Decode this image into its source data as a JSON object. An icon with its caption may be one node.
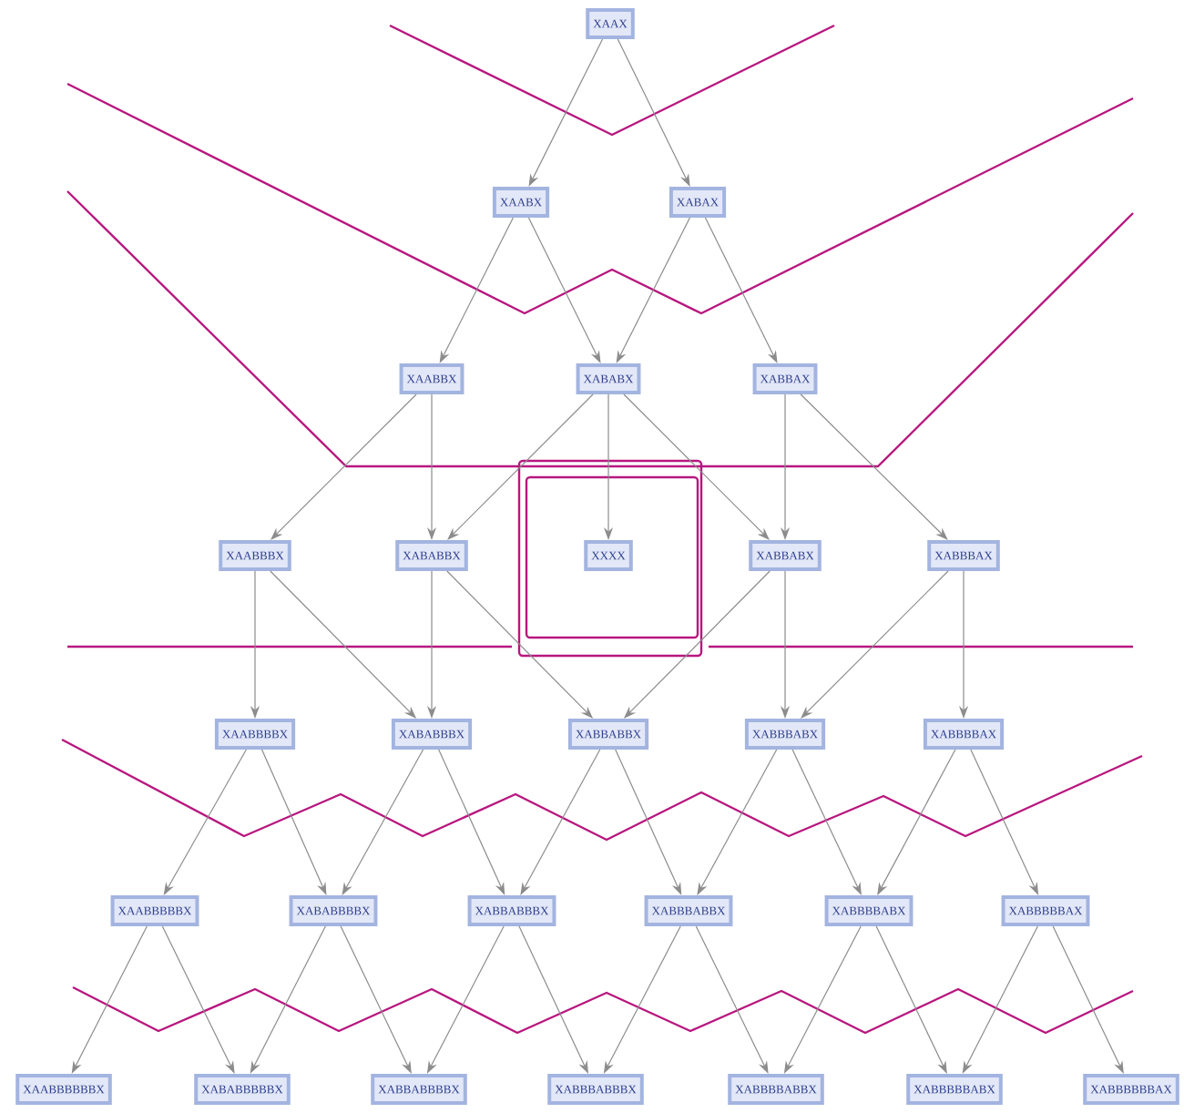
{
  "diagram": {
    "nodes": [
      {
        "text": [
          "XAAX"
        ]
      },
      {
        "text": [
          "XAABX"
        ]
      },
      {
        "text": [
          "XABAX"
        ]
      },
      {
        "text": [
          "XAABBX"
        ]
      },
      {
        "text": [
          "XABABX"
        ]
      },
      {
        "text": [
          "XABBAX"
        ]
      },
      {
        "text": [
          "XAABBBX"
        ]
      },
      {
        "text": [
          "XABABBX"
        ]
      },
      {
        "text": [
          "XXXX"
        ]
      },
      {
        "text": [
          "XABBABX"
        ]
      },
      {
        "text": [
          "XABBBAX"
        ]
      },
      {
        "text": [
          "XAABBBBX"
        ]
      },
      {
        "text": [
          "XABABBBX"
        ]
      },
      {
        "text": [
          "XABBABBX"
        ]
      },
      {
        "text": [
          "XABBBABX"
        ]
      },
      {
        "text": [
          "XABBBBAX"
        ]
      },
      {
        "text": [
          "XAABBBBBX"
        ]
      },
      {
        "text": [
          "XABABBBBX"
        ]
      },
      {
        "text": [
          "XABBABBBX"
        ]
      },
      {
        "text": [
          "XABBBABBX"
        ]
      },
      {
        "text": [
          "XABBBBABX"
        ]
      },
      {
        "text": [
          "XABBBBBAX"
        ]
      },
      {
        "text": [
          "XAABBBBBBX"
        ]
      },
      {
        "text": [
          "XABABBBBBX"
        ]
      },
      {
        "text": [
          "XABBABBBBX"
        ]
      },
      {
        "text": [
          "XABBBABBBX"
        ]
      },
      {
        "text": [
          "XABBBBABBX"
        ]
      },
      {
        "text": [
          "XABBBBBABX"
        ]
      },
      {
        "text": [
          "XABBBBBBAX"
        ]
      }
    ],
    "edges": [
      {
        "from": 0,
        "to": 1,
        "arrow": "to"
      },
      {
        "from": 0,
        "to": 2,
        "arrow": "to"
      },
      {
        "from": 1,
        "to": 3,
        "arrow": "to"
      },
      {
        "from": 1,
        "to": 4,
        "arrow": "to"
      },
      {
        "from": 2,
        "to": 4,
        "arrow": "to"
      },
      {
        "from": 2,
        "to": 5,
        "arrow": "to"
      },
      {
        "from": 3,
        "to": 6,
        "arrow": "to"
      },
      {
        "from": 3,
        "to": 7,
        "arrow": "to"
      },
      {
        "from": 4,
        "to": 7,
        "arrow": "to"
      },
      {
        "from": 4,
        "to": 8,
        "arrow": "to"
      },
      {
        "from": 4,
        "to": 9,
        "arrow": "to"
      },
      {
        "from": 5,
        "to": 9,
        "arrow": "to"
      },
      {
        "from": 5,
        "to": 10,
        "arrow": "to"
      },
      {
        "from": 6,
        "to": 11,
        "arrow": "to"
      },
      {
        "from": 6,
        "to": 12,
        "arrow": "to"
      },
      {
        "from": 7,
        "to": 12,
        "arrow": "to"
      },
      {
        "from": 7,
        "to": 13,
        "arrow": "to"
      },
      {
        "from": 9,
        "to": 13,
        "arrow": "to"
      },
      {
        "from": 9,
        "to": 14,
        "arrow": "to"
      },
      {
        "from": 10,
        "to": 14,
        "arrow": "to"
      },
      {
        "from": 10,
        "to": 15,
        "arrow": "to"
      },
      {
        "from": 11,
        "to": 16,
        "arrow": "to"
      },
      {
        "from": 11,
        "to": 17,
        "arrow": "to"
      },
      {
        "from": 12,
        "to": 17,
        "arrow": "to"
      },
      {
        "from": 12,
        "to": 18,
        "arrow": "to"
      },
      {
        "from": 13,
        "to": 18,
        "arrow": "to"
      },
      {
        "from": 13,
        "to": 19,
        "arrow": "to"
      },
      {
        "from": 14,
        "to": 19,
        "arrow": "to"
      },
      {
        "from": 14,
        "to": 20,
        "arrow": "to"
      },
      {
        "from": 15,
        "to": 20,
        "arrow": "to"
      },
      {
        "from": 15,
        "to": 21,
        "arrow": "to"
      },
      {
        "from": 16,
        "to": 22,
        "arrow": "to"
      },
      {
        "from": 16,
        "to": 23,
        "arrow": "to"
      },
      {
        "from": 17,
        "to": 23,
        "arrow": "to"
      },
      {
        "from": 17,
        "to": 24,
        "arrow": "to"
      },
      {
        "from": 18,
        "to": 24,
        "arrow": "to"
      },
      {
        "from": 18,
        "to": 25,
        "arrow": "to"
      },
      {
        "from": 19,
        "to": 25,
        "arrow": "to"
      },
      {
        "from": 19,
        "to": 26,
        "arrow": "to"
      },
      {
        "from": 20,
        "to": 26,
        "arrow": "to"
      },
      {
        "from": 20,
        "to": 27,
        "arrow": "to"
      },
      {
        "from": 21,
        "to": 27,
        "arrow": "to"
      },
      {
        "from": 21,
        "to": 28,
        "arrow": "to"
      }
    ]
  }
}
